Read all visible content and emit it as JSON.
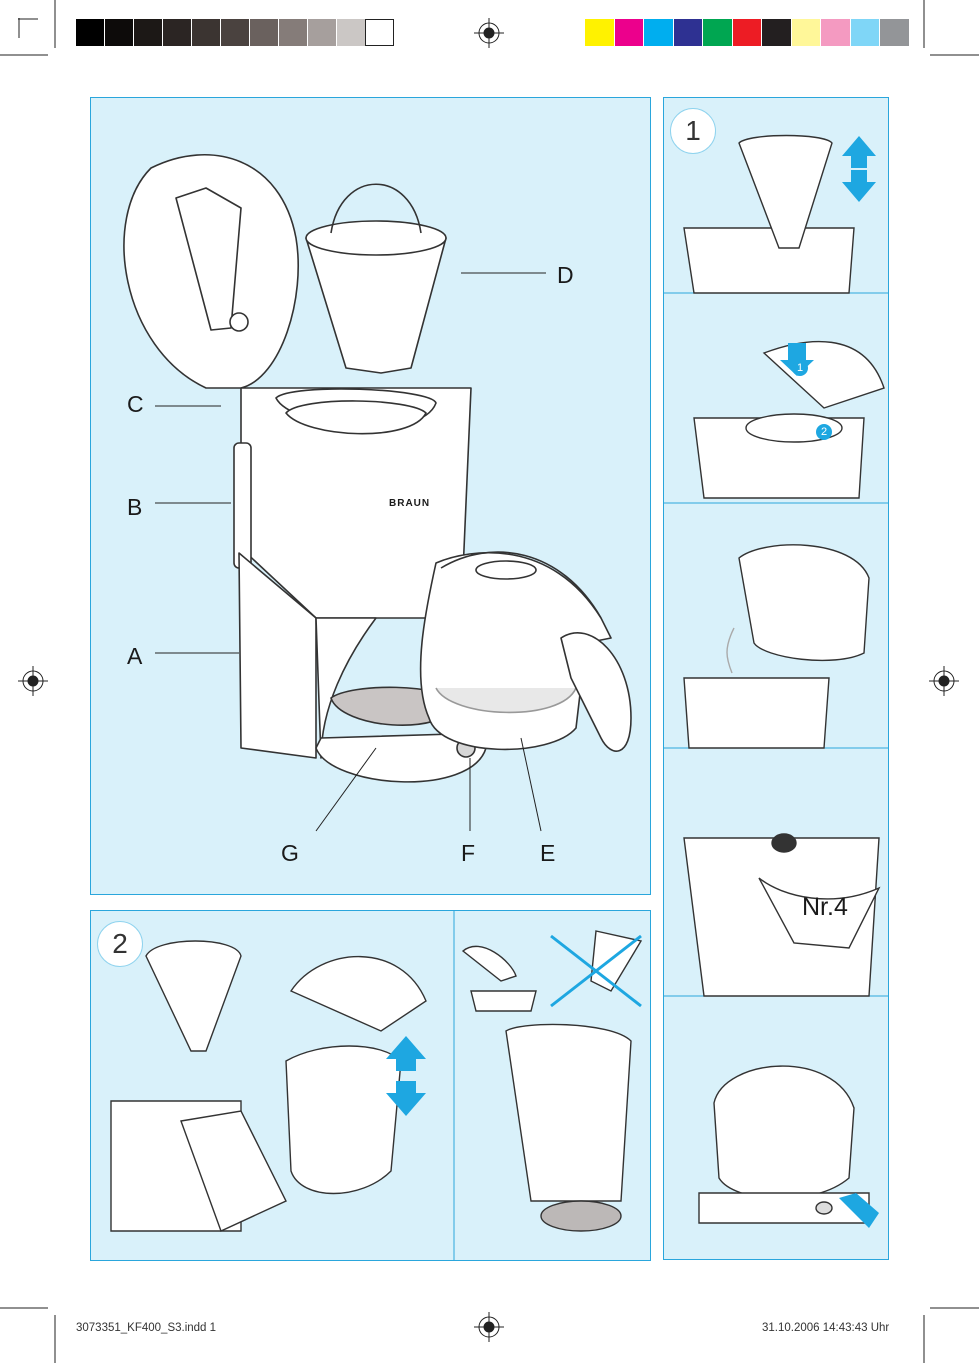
{
  "colors": {
    "panel_bg": "#d9f1fa",
    "panel_border": "#2aa6dc",
    "arrow": "#1ea7e1",
    "greyscale_bar": [
      "#000000",
      "#0d0b0a",
      "#1c1816",
      "#2b2523",
      "#3b3431",
      "#4a423f",
      "#6a615e",
      "#857c79",
      "#a69f9d",
      "#cbc7c5",
      "#ffffff"
    ],
    "color_bar": [
      "#fff200",
      "#ec008c",
      "#00aeef",
      "#2e3192",
      "#00a651",
      "#ed1c24",
      "#231f20",
      "#fff799",
      "#f49ac1",
      "#7fd6f7",
      "#939598"
    ]
  },
  "main_panel": {
    "parts": [
      {
        "letter": "D",
        "target": "filter basket"
      },
      {
        "letter": "C",
        "target": "lid"
      },
      {
        "letter": "B",
        "target": "water level indicator"
      },
      {
        "letter": "A",
        "target": "housing"
      },
      {
        "letter": "G",
        "target": "warming plate"
      },
      {
        "letter": "F",
        "target": "on/off switch"
      },
      {
        "letter": "E",
        "target": "glass carafe"
      }
    ],
    "brand": "BRAUN"
  },
  "side_panel": {
    "step_number": "1",
    "sub_step_1": "1",
    "sub_step_2": "2",
    "filter_size": "Nr.4"
  },
  "cleaning_panel": {
    "step_number": "2"
  },
  "footer": {
    "file": "3073351_KF400_S3.indd   1",
    "timestamp": "31.10.2006   14:43:43 Uhr"
  }
}
